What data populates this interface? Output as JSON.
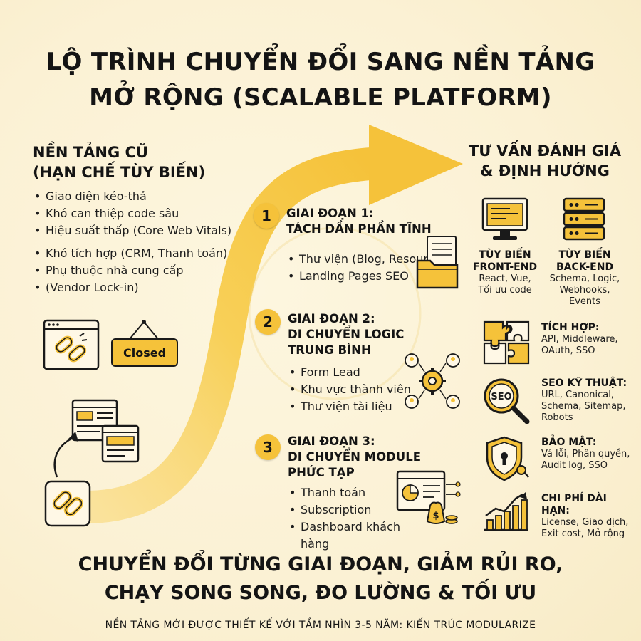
{
  "title": {
    "line1": "LỘ TRÌNH CHUYỂN ĐỔI SANG NỀN TẢNG",
    "line2": "MỞ RỘNG (SCALABLE PLATFORM)"
  },
  "old_platform": {
    "heading_line1": "NỀN TẢNG CŨ",
    "heading_line2": "(HẠN CHẾ TÙY BIẾN)",
    "items": [
      "Giao diện kéo-thả",
      "Khó can thiệp code sâu",
      "Hiệu suất thấp (Core Web Vitals)",
      "Khó tích hợp (CRM, Thanh toán)",
      "Phụ thuộc nhà cung cấp",
      "(Vendor Lock-in)"
    ],
    "closed_sign": "Closed"
  },
  "stages": [
    {
      "number": "1",
      "title_lines": [
        "GIAI ĐOẠN 1:",
        "TÁCH DẦN PHẦN TĨNH"
      ],
      "items": [
        "Thư viện (Blog, Resources)",
        "Landing Pages SEO"
      ]
    },
    {
      "number": "2",
      "title_lines": [
        "GIAI ĐOẠN 2:",
        "DI CHUYỂN LOGIC",
        "TRUNG BÌNH"
      ],
      "items": [
        "Form Lead",
        "Khu vực thành viên",
        "Thư viện tài liệu"
      ]
    },
    {
      "number": "3",
      "title_lines": [
        "GIAI ĐOẠN 3:",
        "DI CHUYỂN MODULE",
        "PHỨC TẠP"
      ],
      "items": [
        "Thanh toán",
        "Subscription",
        "Dashboard khách hàng"
      ]
    }
  ],
  "consulting": {
    "heading_line1": "TƯ VẤN ĐÁNH GIÁ",
    "heading_line2": "& ĐỊNH HƯỚNG",
    "frontend": {
      "title_line1": "TÙY BIẾN",
      "title_line2": "FRONT-END",
      "desc_line1": "React, Vue,",
      "desc_line2": "Tối ưu code"
    },
    "backend": {
      "title_line1": "TÙY BIẾN",
      "title_line2": "BACK-END",
      "desc_line1": "Schema, Logic,",
      "desc_line2": "Webhooks, Events"
    },
    "items": [
      {
        "title": "TÍCH HỢP:",
        "desc": [
          "API, Middleware,",
          "OAuth, SSO"
        ]
      },
      {
        "title": "SEO KỸ THUẬT:",
        "desc": [
          "URL, Canonical,",
          "Schema, Sitemap,",
          "Robots"
        ]
      },
      {
        "title": "BẢO MẬT:",
        "desc": [
          "Vá lỗi, Phân quyền,",
          "Audit log, SSO"
        ]
      },
      {
        "title": "CHI PHÍ DÀI HẠN:",
        "desc": [
          "License, Giao dịch,",
          "Exit cost, Mở rộng"
        ]
      }
    ],
    "seo_icon_text": "SEO"
  },
  "footer": {
    "line1": "CHUYỂN ĐỔI TỪNG GIAI ĐOẠN, GIẢM RỦI RO,",
    "line2": "CHẠY SONG SONG, ĐO LƯỜNG & TỐI ƯU",
    "sub": "NỀN TẢNG MỚI ĐƯỢC THIẾT KẾ VỚI TẦM NHÌN 3-5 NĂM: KIẾN TRÚC MODULARIZE"
  },
  "colors": {
    "accent": "#f5c23a",
    "arrow": "#f7c53c",
    "ink": "#1a1a1a",
    "background": "#fbf1d4"
  }
}
